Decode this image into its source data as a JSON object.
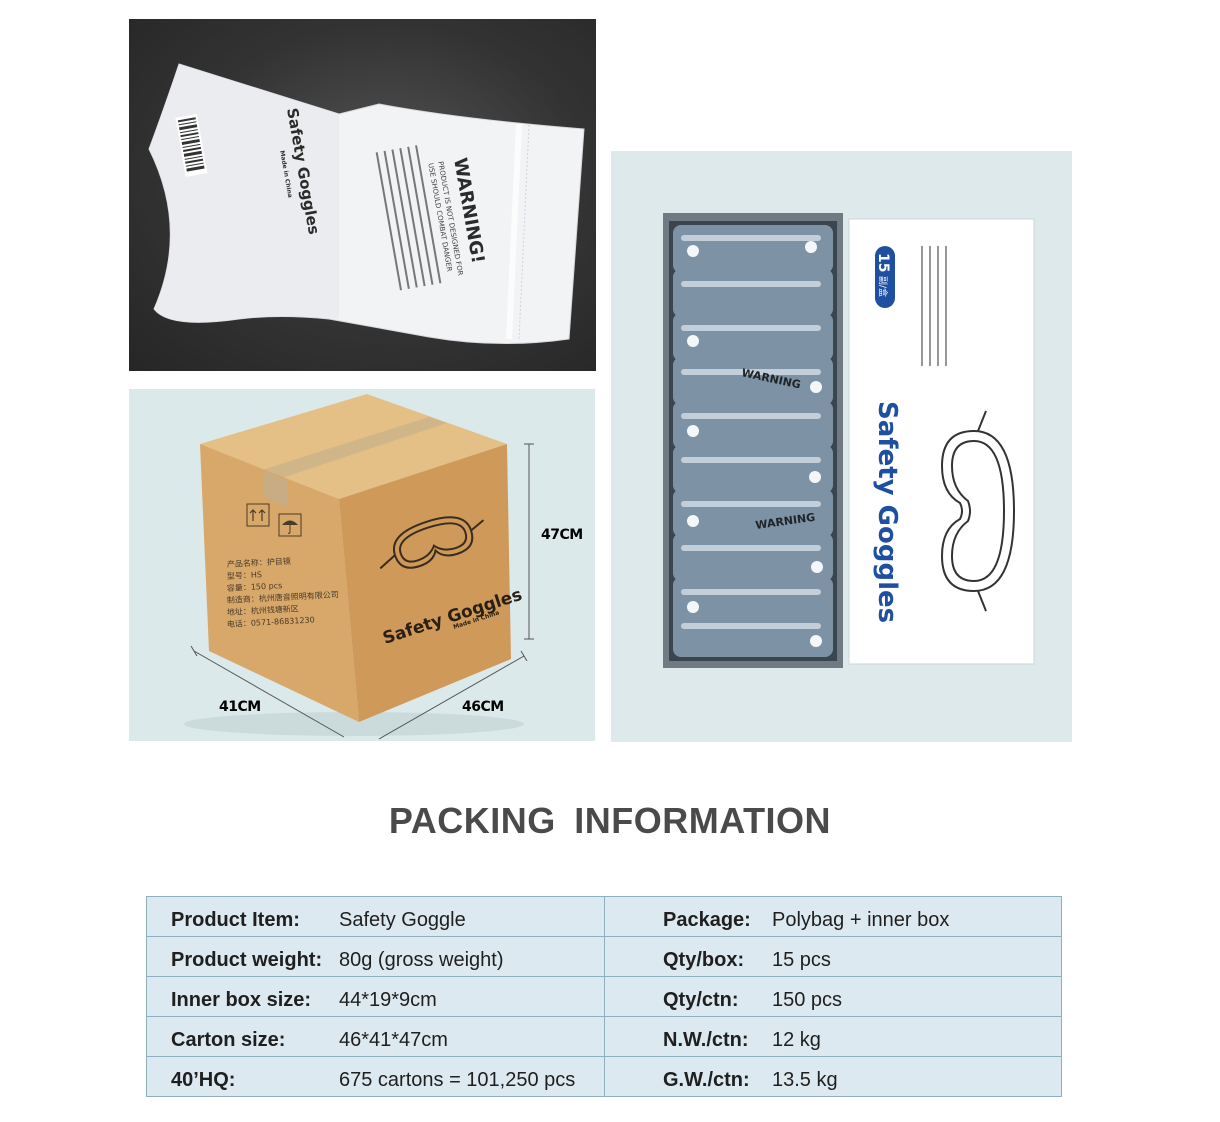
{
  "images": {
    "polybag": {
      "warning_text": "WARNING!",
      "warning_lines": [
        "PRODUCT IS NOT DESIGNED FOR",
        "USE SHOULD COMBAT DANGER"
      ],
      "product_text": "Safety Goggles",
      "origin_text": "Made in China"
    },
    "carton": {
      "product_text": "Safety Goggles",
      "origin_text": "Made in China",
      "label_lines": [
        "产品名称：护目镜",
        "型号：HS",
        "容量：150 pcs",
        "制造商：杭州唐音照明有限公司",
        "地址：杭州钱塘新区",
        "电话：0571-86831230"
      ],
      "dim_height": "47CM",
      "dim_width": "41CM",
      "dim_depth": "46CM"
    },
    "inner_box": {
      "count_badge": "15",
      "count_unit": "副/盒",
      "product_text": "Safety Goggles",
      "bag_warning_text": "WARNING"
    }
  },
  "title": "PACKING  INFORMATION",
  "spec_table": {
    "rows": [
      {
        "label_left": "Product Item:",
        "value_left": "Safety Goggle",
        "label_right": "Package:",
        "value_right": "Polybag + inner box"
      },
      {
        "label_left": "Product weight:",
        "value_left": "80g (gross weight)",
        "label_right": "Qty/box:",
        "value_right": "15 pcs"
      },
      {
        "label_left": "Inner box size:",
        "value_left": "44*19*9cm",
        "label_right": "Qty/ctn:",
        "value_right": "150 pcs"
      },
      {
        "label_left": "Carton size:",
        "value_left": "46*41*47cm",
        "label_right": "N.W./ctn:",
        "value_right": "12 kg"
      },
      {
        "label_left": "40’HQ:",
        "value_left": "675 cartons = 101,250 pcs",
        "label_right": "G.W./ctn:",
        "value_right": "13.5 kg"
      }
    ]
  },
  "colors": {
    "panel_bg": "#dde9ea",
    "table_bg": "#dde9f0",
    "table_border": "#8fb0bf",
    "carton": "#d7a76a",
    "brand_blue": "#1f4fa0"
  }
}
